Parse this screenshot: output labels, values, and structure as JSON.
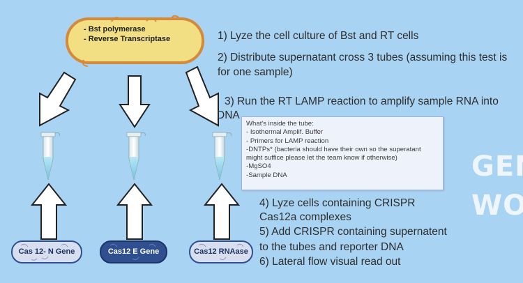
{
  "top_bacterium": {
    "items": [
      "- Bst polymerase",
      "- Reverse Transcriptase"
    ]
  },
  "steps": {
    "s1": "1) Lyze the cell culture of Bst and RT cells",
    "s2a": "2) Distribute supernatant cross 3 tubes (assuming this test is",
    "s2b": "for one sample)",
    "s3a": "3) Run the RT LAMP reaction to amplify sample RNA into",
    "s3b": "DNA",
    "s4a": "4) Lyze cells containing CRISPR",
    "s4b": "Cas12a complexes",
    "s5a": "5) Add CRISPR containing supernatent",
    "s5b": "to the tubes and reporter DNA",
    "s6": "6) Lateral flow visual read out"
  },
  "note": {
    "title": "What's inside the tube:",
    "items": [
      "- Isothermal Amplif. Buffer",
      "- Primers for LAMP reaction",
      "-DNTPs* (bacteria should have their own so the superatant",
      "might suffice please let the team know if otherwise)",
      "-MgSO4",
      "-Sample DNA"
    ]
  },
  "bacteria": [
    {
      "label": "Cas 12- N Gene"
    },
    {
      "label": "Cas12 E Gene"
    },
    {
      "label": "Cas12 RNAase"
    }
  ],
  "side_text": {
    "line1": "GEN",
    "line2": "WO"
  },
  "colors": {
    "background": "#a9d3f2",
    "bacterium_fill": "#f2df84",
    "bacterium_border": "#d38a3a",
    "dark_bacterium": "#2f4f8f",
    "light_bacterium": "#d7def0"
  }
}
